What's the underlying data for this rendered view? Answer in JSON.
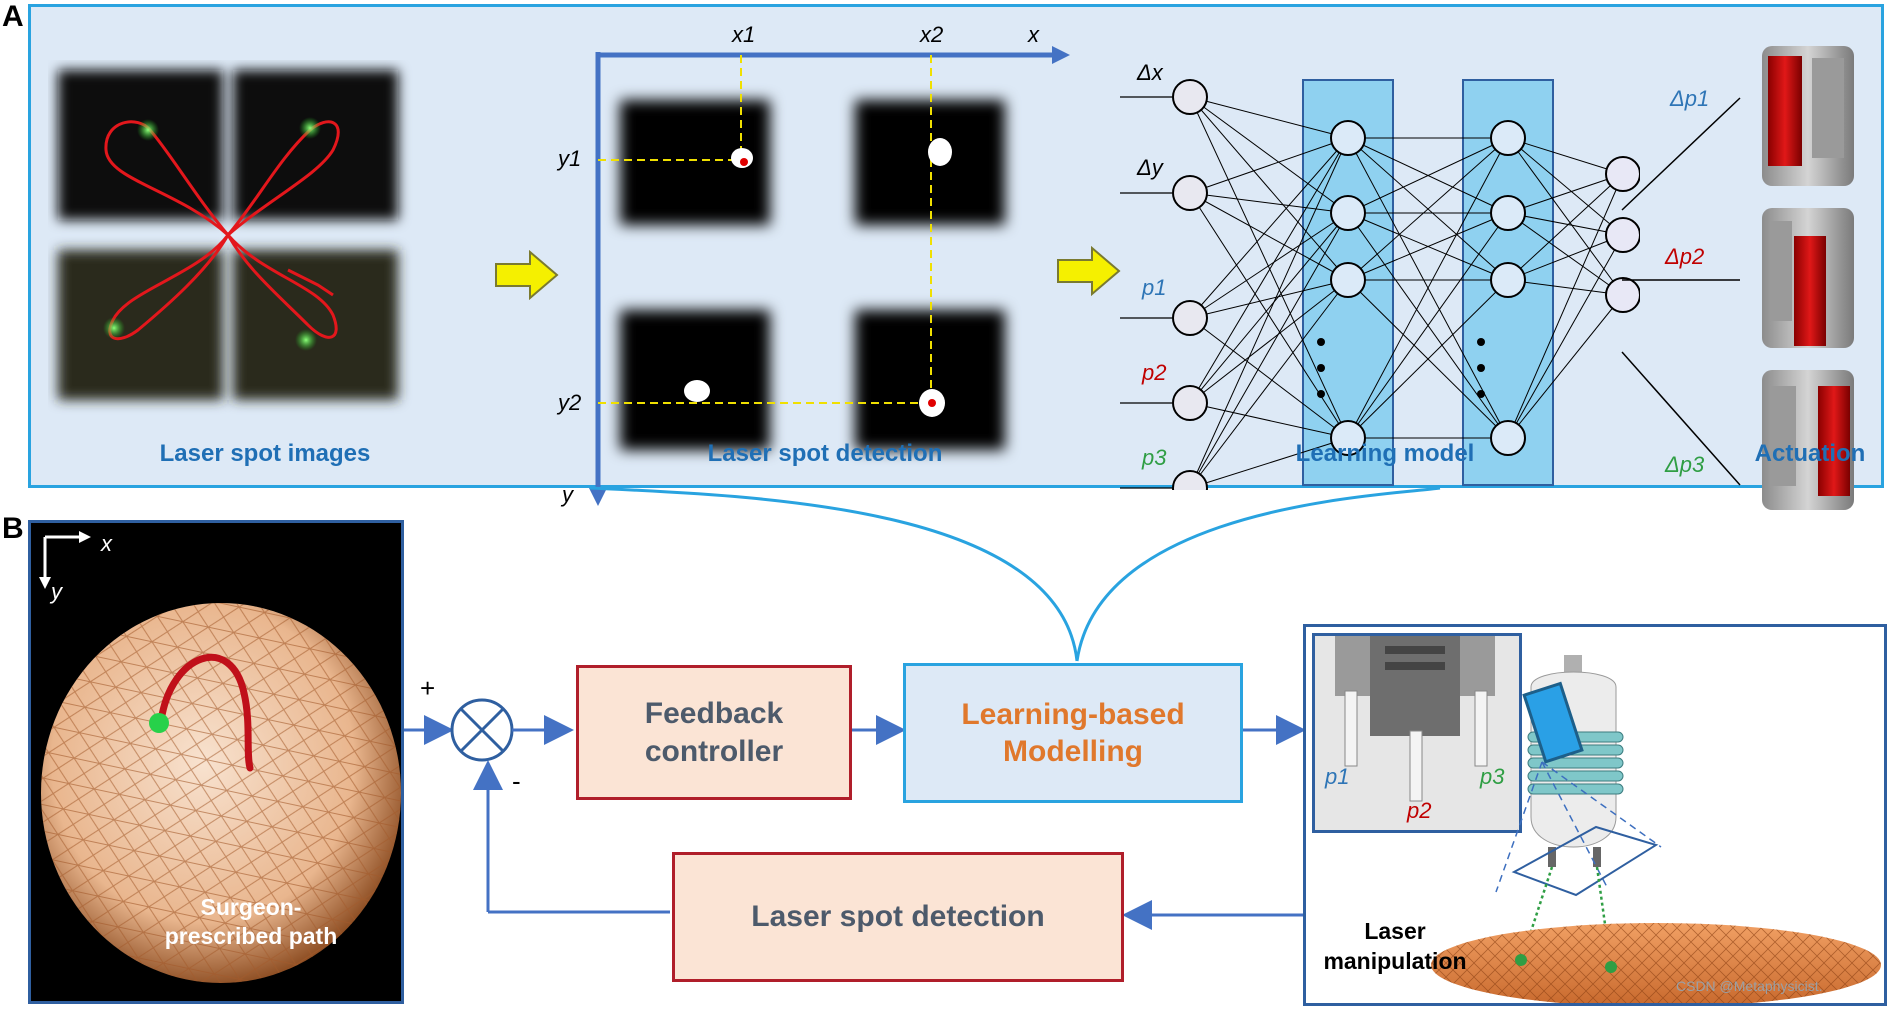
{
  "panel_a": {
    "letter": "A",
    "captions": {
      "laser_spot_images": "Laser spot images",
      "laser_spot_detection": "Laser spot detection",
      "learning_model": "Learning model",
      "actuation": "Actuation"
    },
    "detection_axes": {
      "x": "x",
      "y": "y",
      "x1": "x1",
      "x2": "x2",
      "y1": "y1",
      "y2": "y2"
    },
    "nn_inputs": [
      "Δx",
      "Δy",
      "p1",
      "p2",
      "p3"
    ],
    "nn_outputs": [
      "Δp1",
      "Δp2",
      "Δp3"
    ]
  },
  "panel_b": {
    "letter": "B",
    "camera_axes": {
      "x": "x",
      "y": "y"
    },
    "camera_label": "Surgeon-prescribed path",
    "sum_plus": "+",
    "sum_minus": "-",
    "feedback_controller": "Feedback controller",
    "learning_modelling": "Learning-based Modelling",
    "laser_spot_detection": "Laser spot detection",
    "laser_manipulation": "Laser manipulation",
    "actuator_labels": [
      "p1",
      "p2",
      "p3"
    ]
  },
  "colors": {
    "panel_a_border": "#29a3e0",
    "panel_a_bg": "#dde9f6",
    "caption_blue": "#1f6fb5",
    "controller_border": "#b01e2a",
    "controller_fill": "#fbe4d5",
    "model_border": "#29a3e0",
    "model_fill": "#dde9f6",
    "model_text": "#e0782c",
    "arrow_blue": "#4472c4",
    "p1_blue": "#2e75b6",
    "p2_red": "#c00000",
    "p3_green": "#2f9e44"
  },
  "watermark": "CSDN @Metaphysicist."
}
